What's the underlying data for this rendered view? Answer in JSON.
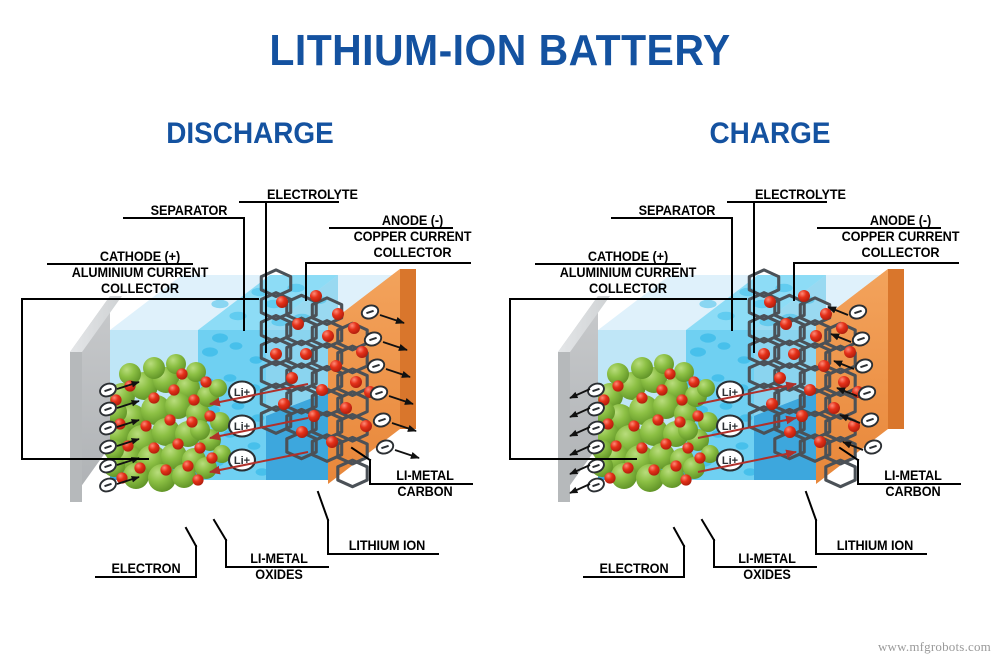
{
  "title": "LITHIUM-ION BATTERY",
  "watermark": "www.mfgrobots.com",
  "colors": {
    "title_blue": "#1452a0",
    "label_black": "#000000",
    "aluminium_gray": "#bfc1c3",
    "copper_orange": "#ef9447",
    "electrolyte_blue": "#bfe6f7",
    "separator_blue": "#6fd0f2",
    "bottom_blue": "#3da7dd",
    "cathode_green": "#7cb23c",
    "lithium_red": "#e02a1a",
    "lattice_gray": "#4b5157",
    "ion_arrow_red": "#b0302a",
    "electron_arrow_black": "#111111",
    "watermark_gray": "#9a9a9a"
  },
  "panels": [
    {
      "id": "discharge",
      "heading": "DISCHARGE",
      "flow": {
        "ion_direction": "left",
        "electron_direction_right_collector": "right",
        "electron_direction_left_collector": "right"
      },
      "labels": {
        "cathode_line1": "CATHODE (+)",
        "cathode_line2": "ALUMINIUM CURRENT",
        "cathode_line3": "COLLECTOR",
        "separator": "SEPARATOR",
        "electrolyte": "ELECTROLYTE",
        "anode_line1": "ANODE (-)",
        "anode_line2": "COPPER CURRENT",
        "anode_line3": "COLLECTOR",
        "li_metal_carbon_line1": "LI-METAL",
        "li_metal_carbon_line2": "CARBON",
        "lithium_ion": "LITHIUM ION",
        "li_metal_oxides_line1": "LI-METAL",
        "li_metal_oxides_line2": "OXIDES",
        "electron": "ELECTRON"
      },
      "ion_tag": "Li+",
      "electron_tag": "−"
    },
    {
      "id": "charge",
      "heading": "CHARGE",
      "flow": {
        "ion_direction": "right",
        "electron_direction_right_collector": "left",
        "electron_direction_left_collector": "left"
      },
      "labels": {
        "cathode_line1": "CATHODE (+)",
        "cathode_line2": "ALUMINIUM CURRENT",
        "cathode_line3": "COLLECTOR",
        "separator": "SEPARATOR",
        "electrolyte": "ELECTROLYTE",
        "anode_line1": "ANODE (-)",
        "anode_line2": "COPPER CURRENT",
        "anode_line3": "COLLECTOR",
        "li_metal_carbon_line1": "LI-METAL",
        "li_metal_carbon_line2": "CARBON",
        "lithium_ion": "LITHIUM ION",
        "li_metal_oxides_line1": "LI-METAL",
        "li_metal_oxides_line2": "OXIDES",
        "electron": "ELECTRON"
      },
      "ion_tag": "Li+",
      "electron_tag": "−"
    }
  ]
}
